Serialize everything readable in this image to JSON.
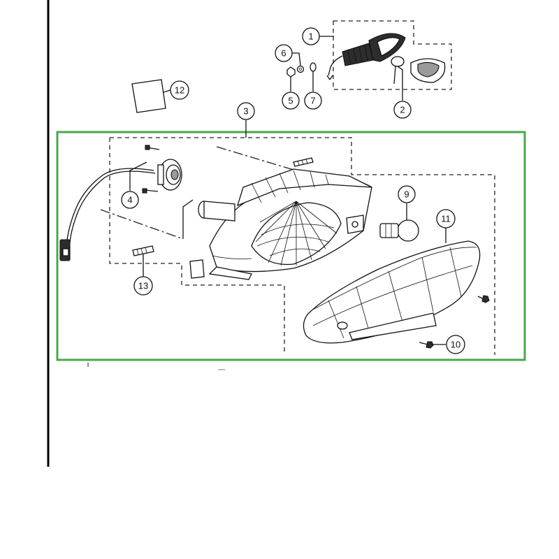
{
  "colors": {
    "highlight_box": "#4ca64c",
    "ink": "#111111",
    "shade": "#9a9a9a",
    "page_rule": "#000000"
  },
  "callouts": {
    "c1": "1",
    "c2": "2",
    "c3": "3",
    "c4": "4",
    "c5": "5",
    "c6": "6",
    "c7": "7",
    "c9": "9",
    "c10": "10",
    "c11": "11",
    "c12": "12",
    "c13": "13"
  }
}
